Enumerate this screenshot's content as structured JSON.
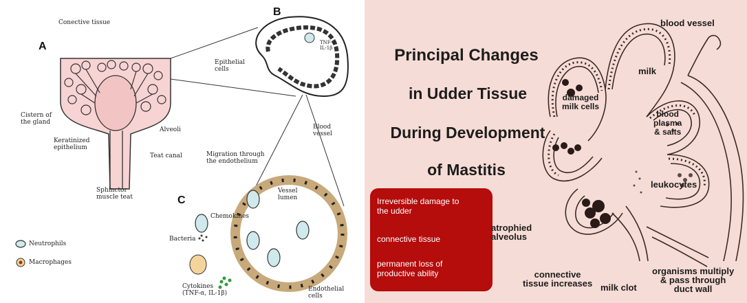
{
  "left_panel": {
    "letters": {
      "a": "A",
      "b": "B",
      "c": "C"
    },
    "labels": {
      "connective_tissue": "Conective tissue",
      "cistern": "Cistern of\nthe gland",
      "alveoli": "Alveoli",
      "keratinized": "Keratinized\nepithelium",
      "teat_canal": "Teat canal",
      "sphincter": "Sphinctor\nmuscle teat",
      "epithelial": "Epithelial\ncells",
      "tnf_inside": "TNF-α,\nIL-1β",
      "blood_vessel": "Blood\nvessel",
      "migration": "Migration through\nthe endothelium",
      "vessel_lumen": "Vessel\nlumen",
      "chemokines": "Chemokines",
      "bacteria": "Bacteria",
      "cytokines": "Cytokines\n(TNF-α, IL-1β)",
      "endothelial": "Endothelial\ncells",
      "legend_neutrophils": "Neutrophils",
      "legend_macrophages": "Macrophages"
    }
  },
  "right_panel": {
    "title_lines": [
      "Principal Changes",
      "in Udder Tissue",
      "During Development",
      "of Mastitis"
    ],
    "box_items": [
      "Irreversible damage to\nthe udder",
      "connective tissue",
      "permanent loss of\nproductive ability"
    ],
    "labels": {
      "blood_vessel": "blood vessel",
      "milk": "milk",
      "damaged_milk_cells": "damaged\nmilk cells",
      "blood_plasma": "blood\nplasma\n& salts",
      "leukocytes": "leukocytes",
      "atrophied": "atrophied\nalveolus",
      "connective_increases": "connective\ntissue increases",
      "milk_clot": "milk clot",
      "organisms": "organisms multiply\n& pass through\nduct wall"
    }
  },
  "colors": {
    "pink_tissue": "#f7d3d3",
    "red_box": "#b50c0c",
    "right_background": "#f6dcd6",
    "vessel_wall": "#c8a97a"
  }
}
